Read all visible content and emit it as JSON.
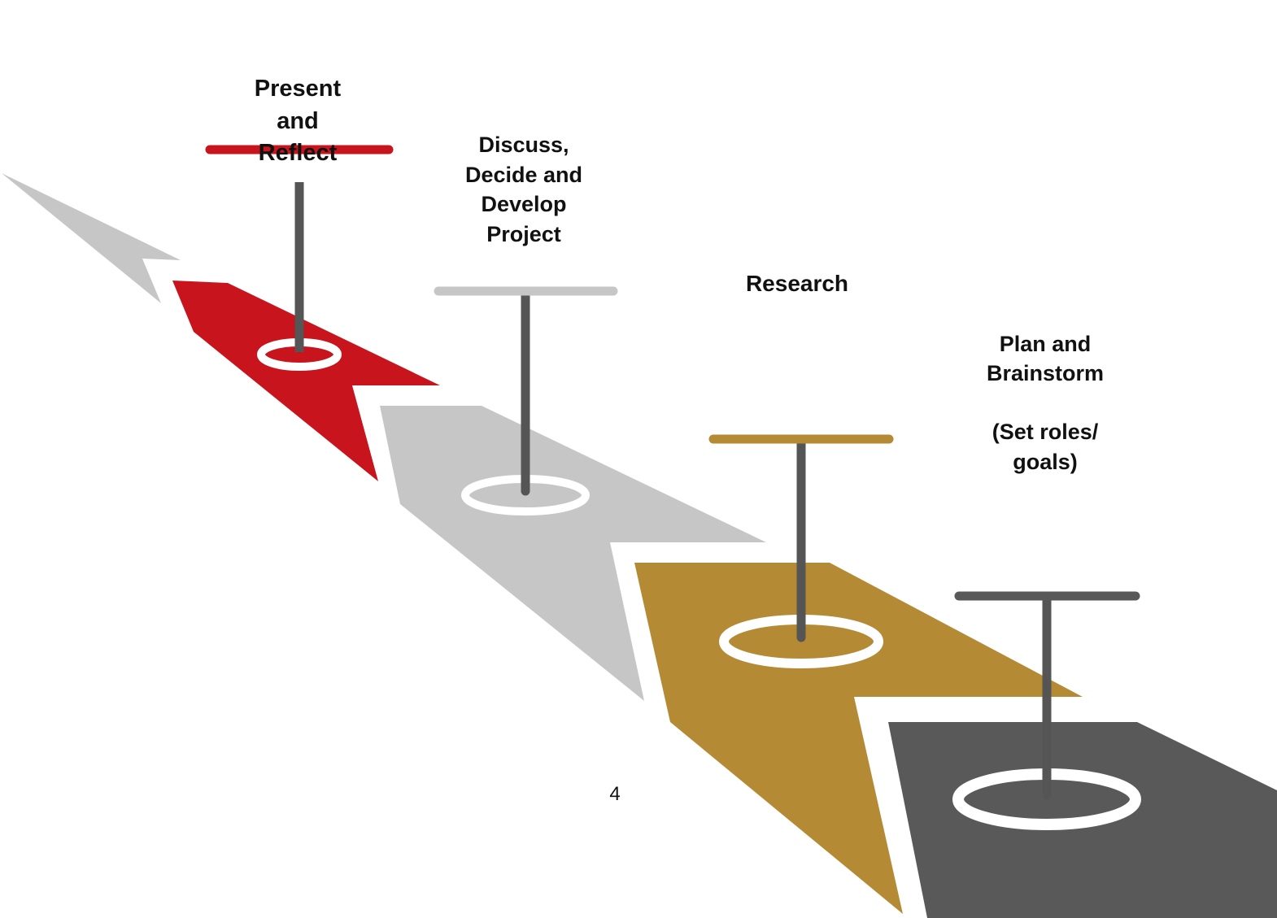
{
  "diagram": {
    "steps": [
      {
        "id": "plan",
        "lines": [
          "Plan and",
          "Brainstorm"
        ],
        "extra_lines": [
          "(Set roles/",
          "goals)"
        ],
        "color": "#595959"
      },
      {
        "id": "research",
        "lines": [
          "Research"
        ],
        "color": "#b58a35"
      },
      {
        "id": "discuss",
        "lines": [
          "Discuss,",
          "Decide and",
          "Develop",
          "Project"
        ],
        "color": "#c6c6c6"
      },
      {
        "id": "present",
        "lines": [
          "Present",
          "and",
          "Reflect"
        ],
        "color": "#c8141c"
      }
    ],
    "arrowhead_color": "#c6c6c6",
    "pole_color": "#555555",
    "ring_color": "#ffffff"
  },
  "footer": {
    "page_number": "4"
  }
}
